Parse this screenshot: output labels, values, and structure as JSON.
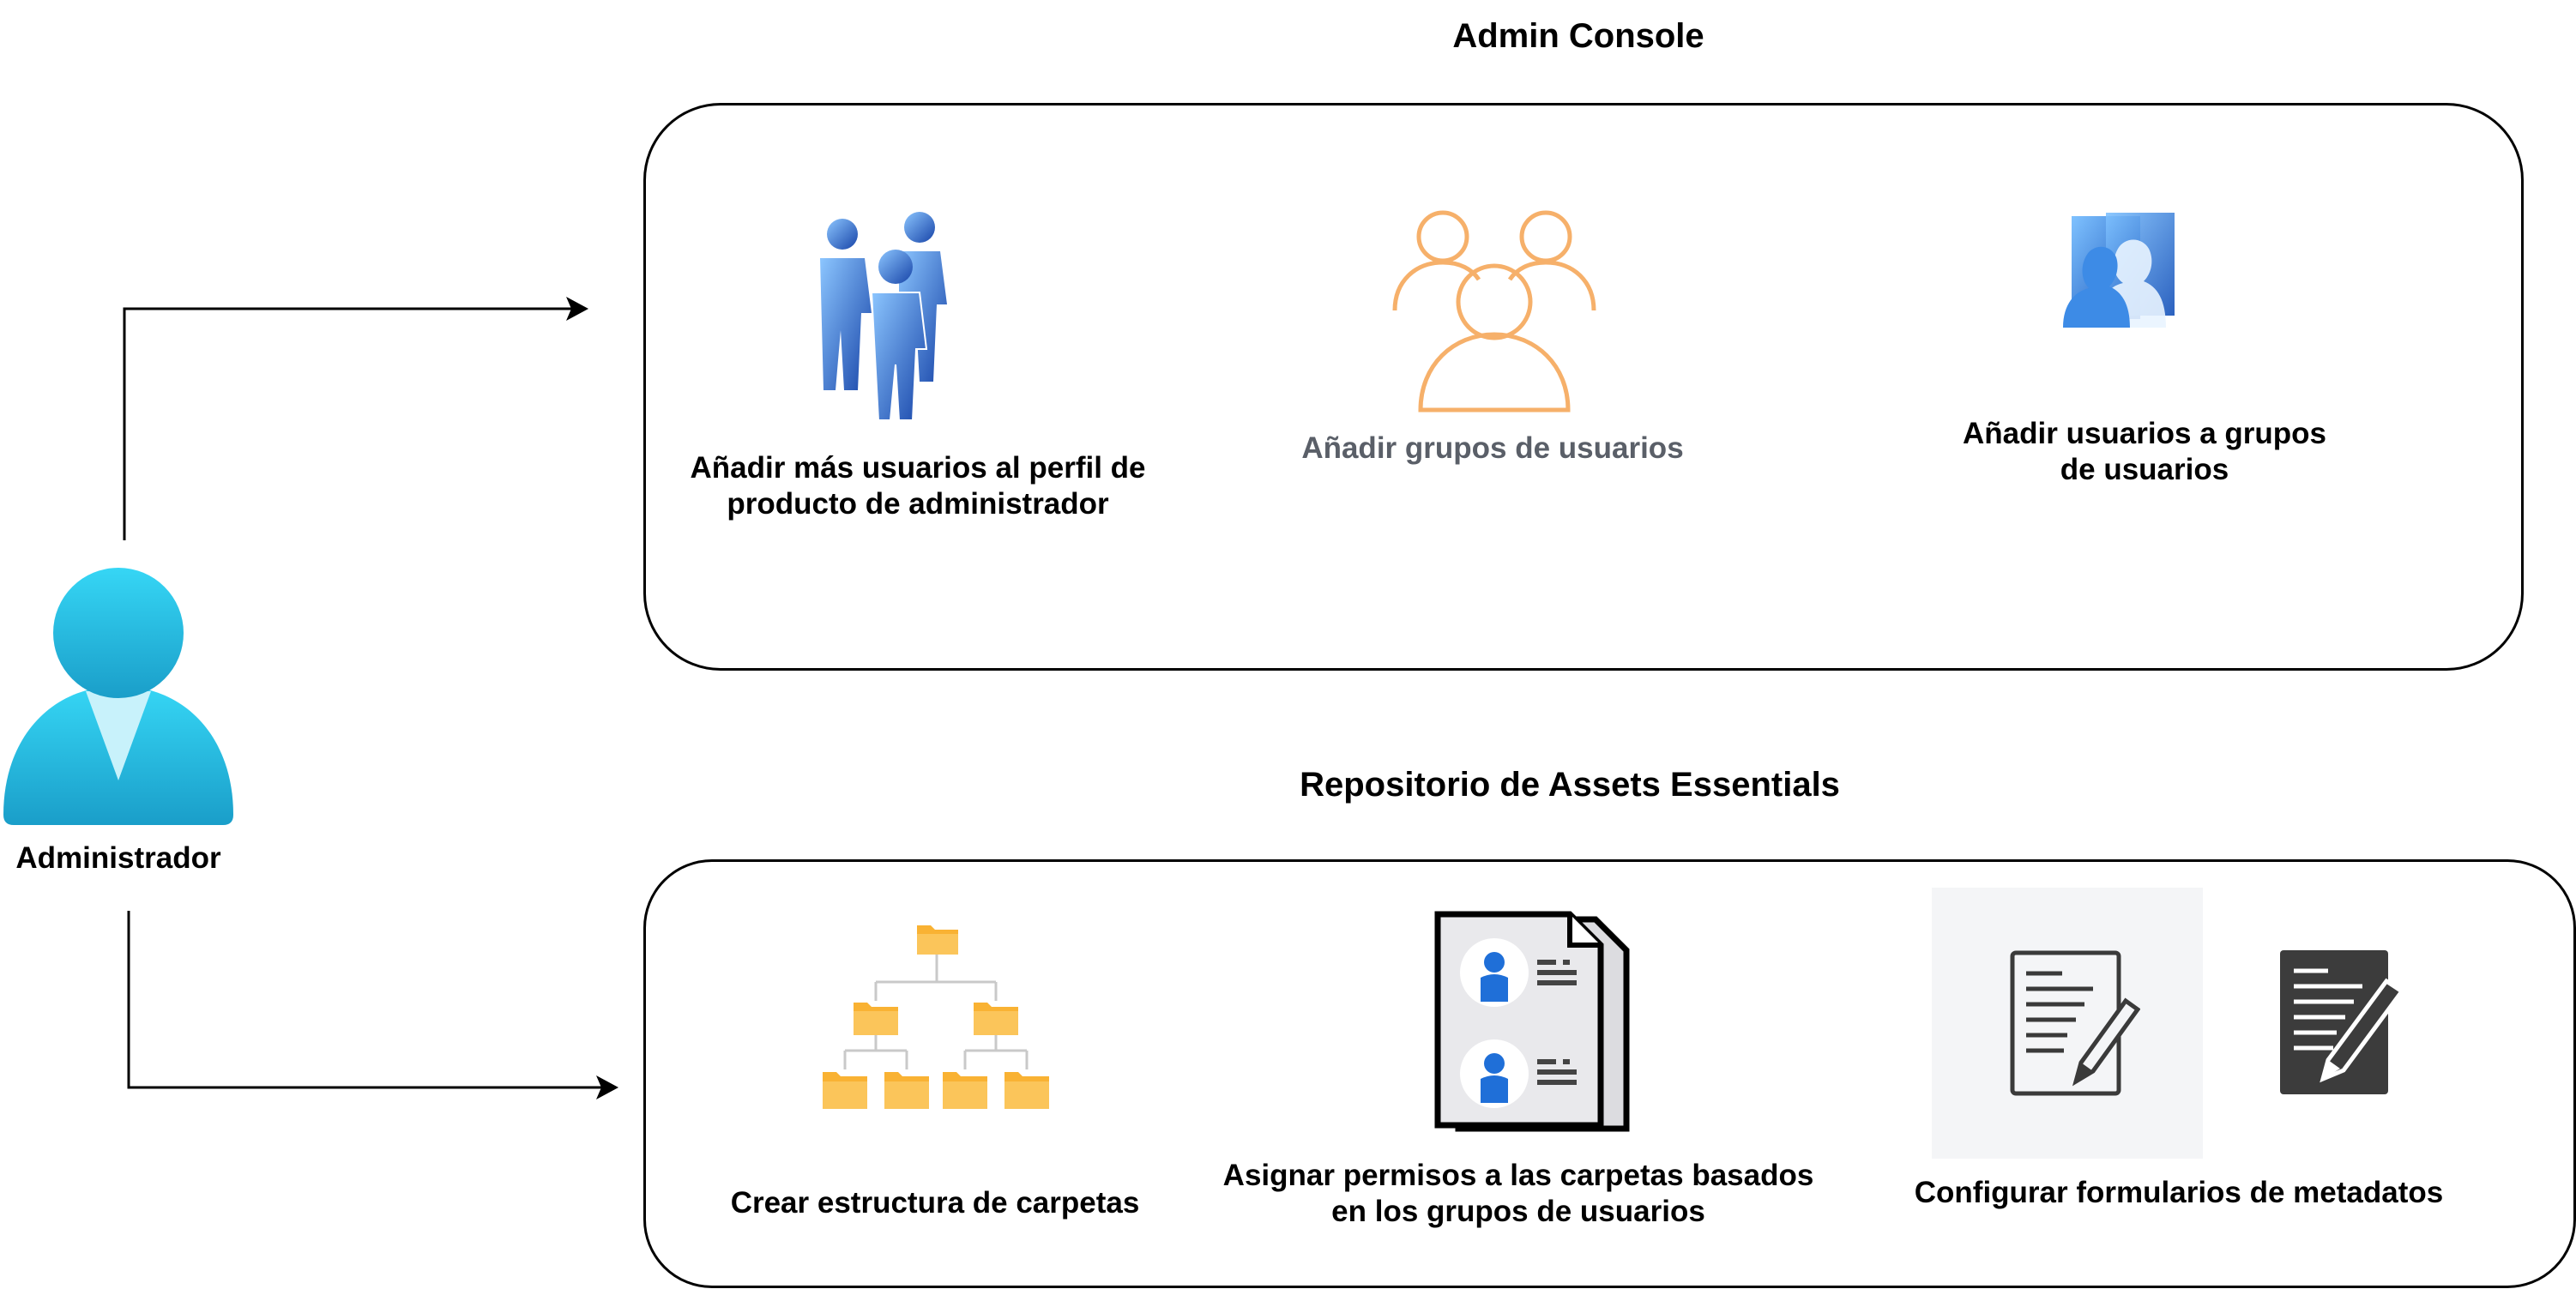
{
  "actor": {
    "label": "Administrador",
    "icon": "user-icon"
  },
  "admin_console": {
    "title": "Admin Console",
    "items": [
      {
        "label": "Añadir más usuarios al perfil de\nproducto de administrador",
        "icon": "users-group-icon"
      },
      {
        "label": "Añadir grupos de usuarios",
        "icon": "user-group-outline-icon",
        "color": "#5a5f68"
      },
      {
        "label": "Añadir usuarios a grupos\nde usuarios",
        "icon": "user-profiles-icon"
      }
    ]
  },
  "repository": {
    "title": "Repositorio de Assets Essentials",
    "items": [
      {
        "label": "Crear estructura de carpetas",
        "icon": "folder-tree-icon"
      },
      {
        "label": "Asignar permisos a las carpetas basados\nen los grupos de usuarios",
        "icon": "user-documents-icon"
      },
      {
        "label": "Configurar formularios de metadatos",
        "icon": "form-edit-icon"
      }
    ]
  },
  "colors": {
    "actor": "#29c3ea",
    "folder": "#f9b233",
    "outline_group": "#f6b06a",
    "users_blue": "#1f6fd8"
  }
}
